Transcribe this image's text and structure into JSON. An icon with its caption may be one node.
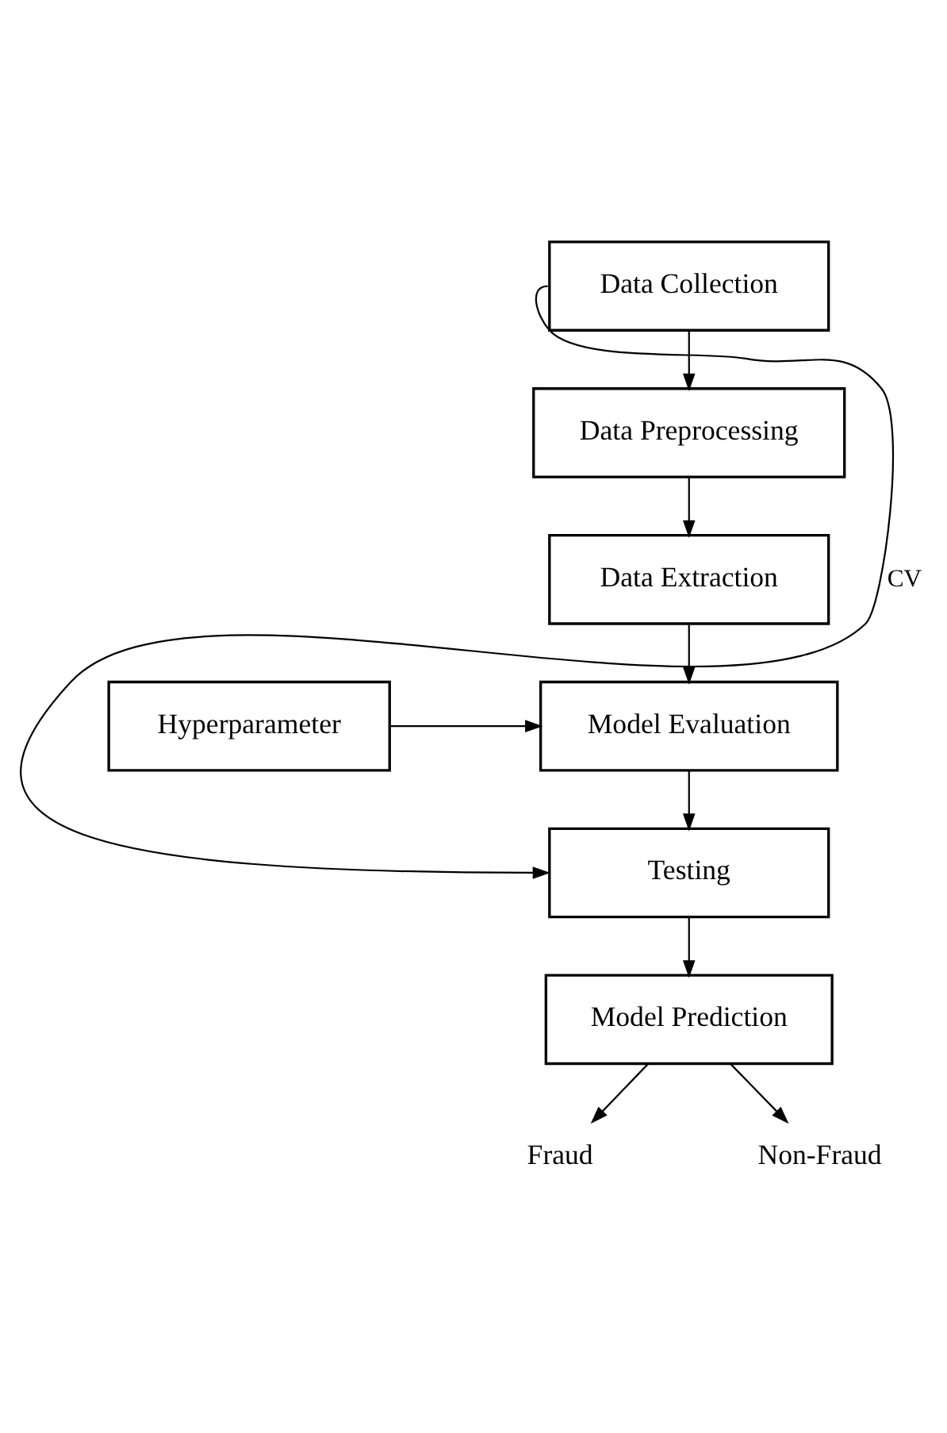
{
  "diagram": {
    "nodes": [
      {
        "text": [
          "Data Collection"
        ]
      },
      {
        "text": [
          "Data Preprocessing"
        ]
      },
      {
        "text": [
          "Data Extraction"
        ]
      },
      {
        "text": [
          "Model Evaluation"
        ]
      },
      {
        "text": [
          "Hyperparameter"
        ]
      },
      {
        "text": [
          "Testing"
        ]
      },
      {
        "text": [
          "Model Prediction"
        ]
      },
      {
        "text": [
          "Fraud"
        ]
      },
      {
        "text": [
          "Non-Fraud"
        ]
      }
    ],
    "edges": [
      {
        "from": 0,
        "to": 1,
        "arrow": "to"
      },
      {
        "from": 1,
        "to": 2,
        "arrow": "to"
      },
      {
        "from": 2,
        "to": 3,
        "arrow": "to"
      },
      {
        "from": 4,
        "to": 3,
        "arrow": "to"
      },
      {
        "from": 3,
        "to": 5,
        "arrow": "to"
      },
      {
        "from": 0,
        "to": 5,
        "arrow": "to",
        "label": "CV"
      },
      {
        "from": 6,
        "to": 7,
        "arrow": "to"
      },
      {
        "from": 5,
        "to": 6,
        "arrow": "to"
      },
      {
        "from": 6,
        "to": 8,
        "arrow": "to"
      }
    ]
  }
}
